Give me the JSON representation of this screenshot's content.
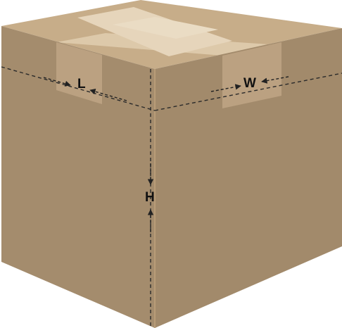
{
  "diagram": {
    "labels": {
      "length": "L",
      "width": "W",
      "height": "H"
    },
    "colors": {
      "top_face": "#c7ad89",
      "top_tape": "#ddc9aa",
      "top_tape_light": "#e6d5bb",
      "left_face": "#a48c6d",
      "right_face": "#a28a6b",
      "tape_side": "#bba181",
      "dash": "#2a2a2a",
      "label": "#111111"
    }
  }
}
